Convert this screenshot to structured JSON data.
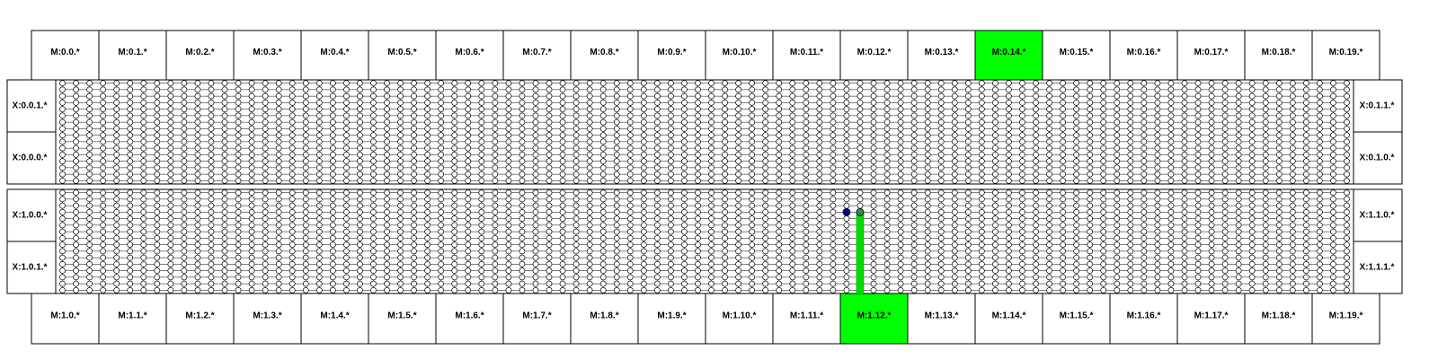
{
  "grid": {
    "columns": 96,
    "rows_per_block": 16
  },
  "colors": {
    "highlight": "#00ff00",
    "node_fill": "#ffffff",
    "node_stroke": "#000000",
    "blue_node": "#00008b",
    "teal_node": "#2e8b57",
    "route": "#00dd00"
  },
  "top_mem": [
    {
      "label": "M:0.0.*",
      "active": false
    },
    {
      "label": "M:0.1.*",
      "active": false
    },
    {
      "label": "M:0.2.*",
      "active": false
    },
    {
      "label": "M:0.3.*",
      "active": false
    },
    {
      "label": "M:0.4.*",
      "active": false
    },
    {
      "label": "M:0.5.*",
      "active": false
    },
    {
      "label": "M:0.6.*",
      "active": false
    },
    {
      "label": "M:0.7.*",
      "active": false
    },
    {
      "label": "M:0.8.*",
      "active": false
    },
    {
      "label": "M:0.9.*",
      "active": false
    },
    {
      "label": "M:0.10.*",
      "active": false
    },
    {
      "label": "M:0.11.*",
      "active": false
    },
    {
      "label": "M:0.12.*",
      "active": false
    },
    {
      "label": "M:0.13.*",
      "active": false
    },
    {
      "label": "M:0.14.*",
      "active": true
    },
    {
      "label": "M:0.15.*",
      "active": false
    },
    {
      "label": "M:0.16.*",
      "active": false
    },
    {
      "label": "M:0.17.*",
      "active": false
    },
    {
      "label": "M:0.18.*",
      "active": false
    },
    {
      "label": "M:0.19.*",
      "active": false
    }
  ],
  "bottom_mem": [
    {
      "label": "M:1.0.*",
      "active": false
    },
    {
      "label": "M:1.1.*",
      "active": false
    },
    {
      "label": "M:1.2.*",
      "active": false
    },
    {
      "label": "M:1.3.*",
      "active": false
    },
    {
      "label": "M:1.4.*",
      "active": false
    },
    {
      "label": "M:1.5.*",
      "active": false
    },
    {
      "label": "M:1.6.*",
      "active": false
    },
    {
      "label": "M:1.7.*",
      "active": false
    },
    {
      "label": "M:1.8.*",
      "active": false
    },
    {
      "label": "M:1.9.*",
      "active": false
    },
    {
      "label": "M:1.10.*",
      "active": false
    },
    {
      "label": "M:1.11.*",
      "active": false
    },
    {
      "label": "M:1.12.*",
      "active": true
    },
    {
      "label": "M:1.13.*",
      "active": false
    },
    {
      "label": "M:1.14.*",
      "active": false
    },
    {
      "label": "M:1.15.*",
      "active": false
    },
    {
      "label": "M:1.16.*",
      "active": false
    },
    {
      "label": "M:1.17.*",
      "active": false
    },
    {
      "label": "M:1.18.*",
      "active": false
    },
    {
      "label": "M:1.19.*",
      "active": false
    }
  ],
  "left_x": [
    {
      "label": "X:0.0.1.*"
    },
    {
      "label": "X:0.0.0.*"
    },
    {
      "label": "X:1.0.0.*"
    },
    {
      "label": "X:1.0.1.*"
    }
  ],
  "right_x": [
    {
      "label": "X:0.1.1.*"
    },
    {
      "label": "X:0.1.0.*"
    },
    {
      "label": "X:1.1.0.*"
    },
    {
      "label": "X:1.1.1.*"
    }
  ],
  "special_nodes": [
    {
      "block": 1,
      "col": 58,
      "row": 3,
      "kind": "blue"
    },
    {
      "block": 1,
      "col": 59,
      "row": 3,
      "kind": "teal"
    }
  ],
  "routes": [
    {
      "block": 1,
      "col": 59,
      "from_row": 3,
      "to": "bottom-mem-12"
    }
  ]
}
